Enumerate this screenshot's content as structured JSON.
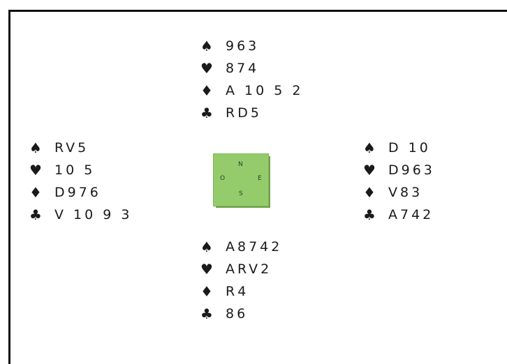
{
  "suits": {
    "spades": "♠",
    "hearts": "♥",
    "diamonds": "♦",
    "clubs": "♣"
  },
  "north": {
    "spades": "963",
    "hearts": "874",
    "diamonds": "A 10 5 2",
    "clubs": "RD5"
  },
  "west": {
    "spades": "RV5",
    "hearts": "10 5",
    "diamonds": "D976",
    "clubs": "V 10 9 3"
  },
  "east": {
    "spades": "D 10",
    "hearts": "D963",
    "diamonds": "V83",
    "clubs": "A742"
  },
  "south": {
    "spades": "A8742",
    "hearts": "ARV2",
    "diamonds": "R4",
    "clubs": "86"
  },
  "compass": {
    "n": "N",
    "o": "O",
    "e": "E",
    "s": "S",
    "color": "#94cc6b"
  }
}
